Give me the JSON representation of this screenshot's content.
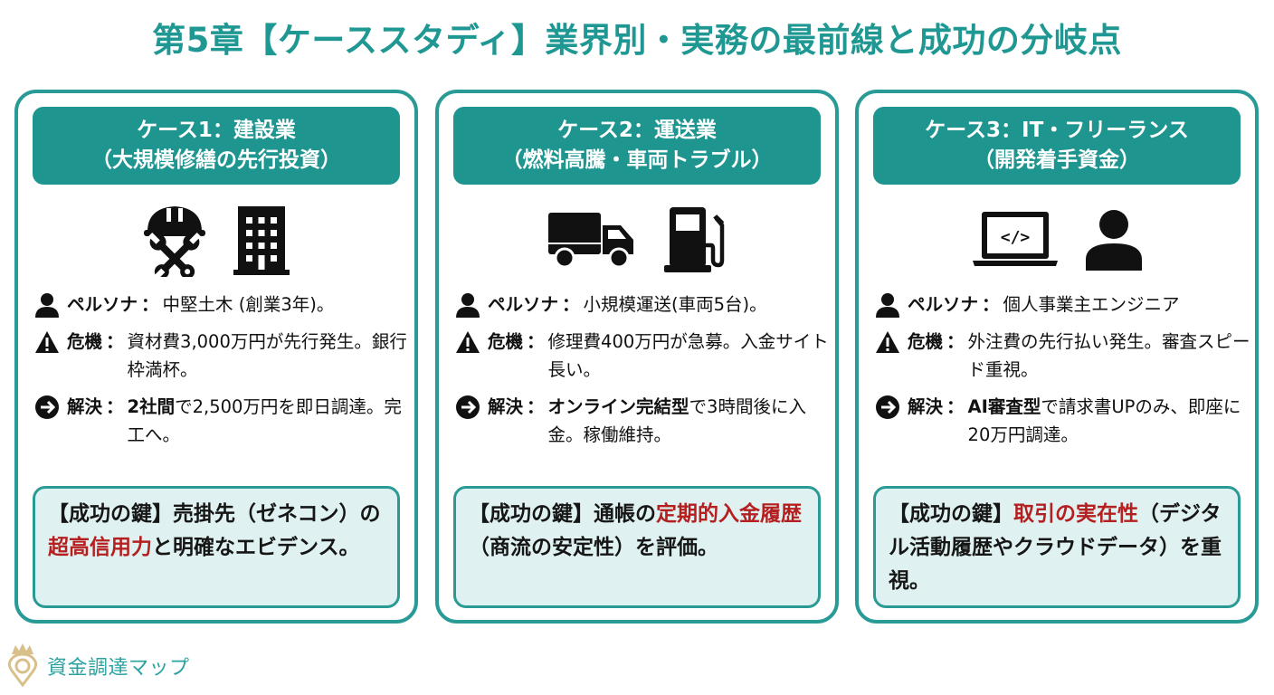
{
  "title": "第5章【ケーススタディ】業界別・実務の最前線と成功の分岐点",
  "colors": {
    "accent": "#1f9590",
    "title": "#1f9893",
    "highlight": "#b51f1f",
    "key_bg": "#dff2f1",
    "brand": "#2aa3a0",
    "brand_icon": "#d9c08a"
  },
  "cards": [
    {
      "header_line1": "ケース1：建設業",
      "header_line2": "（大規模修繕の先行投資）",
      "icons": [
        "hardhat-wrench-icon",
        "building-icon"
      ],
      "persona_label": "ペルソナ",
      "persona_text": "中堅土木 (創業3年)。",
      "crisis_label": "危機",
      "crisis_text": "資材費3,000万円が先行発生。銀行枠満杯。",
      "solution_label": "解決",
      "solution_bold": "2社間",
      "solution_text": "で2,500万円を即日調達。完工へ。",
      "key_prefix": "【成功の鍵】売掛先（ゼネコン）の",
      "key_highlight": "超高信用力",
      "key_suffix": "と明確なエビデンス。"
    },
    {
      "header_line1": "ケース2：運送業",
      "header_line2": "（燃料高騰・車両トラブル）",
      "icons": [
        "truck-icon",
        "fuel-pump-icon"
      ],
      "persona_label": "ペルソナ",
      "persona_text": "小規模運送(車両5台)。",
      "crisis_label": "危機",
      "crisis_text": "修理費400万円が急募。入金サイト長い。",
      "solution_label": "解決",
      "solution_bold": "オンライン完結型",
      "solution_text": "で3時間後に入金。稼働維持。",
      "key_prefix": "【成功の鍵】通帳の",
      "key_highlight": "定期的入金履歴",
      "key_suffix": "（商流の安定性）を評価。"
    },
    {
      "header_line1": "ケース3：IT・フリーランス",
      "header_line2": "（開発着手資金）",
      "icons": [
        "laptop-code-icon",
        "person-icon"
      ],
      "persona_label": "ペルソナ",
      "persona_text": "個人事業主エンジニア",
      "crisis_label": "危機",
      "crisis_text": "外注費の先行払い発生。審査スピード重視。",
      "solution_label": "解決",
      "solution_bold": "AI審査型",
      "solution_text": "で請求書UPのみ、即座に20万円調達。",
      "key_prefix": "【成功の鍵】",
      "key_highlight": "取引の実在性",
      "key_suffix": "（デジタル活動履歴やクラウドデータ）を重視。"
    }
  ],
  "colon": "：",
  "footer": {
    "brand": "資金調達マップ",
    "icon": "crown-pin-icon"
  }
}
